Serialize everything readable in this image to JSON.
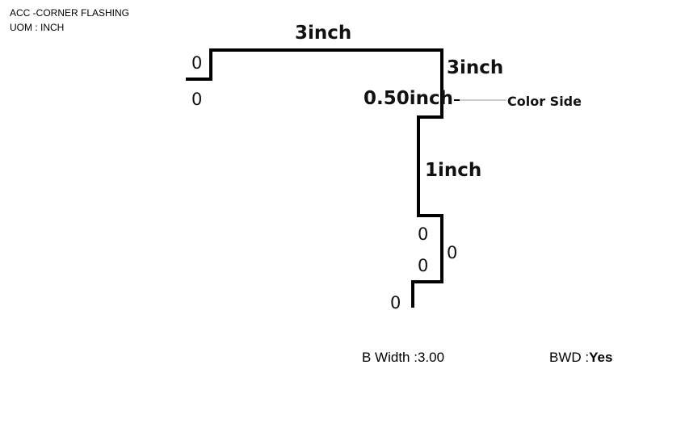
{
  "header": {
    "title": "ACC -CORNER FLASHING",
    "uom": "UOM : INCH"
  },
  "dimensions": {
    "top": "3inch",
    "right_upper": "3inch",
    "hem": "0.50inch",
    "middle": "1inch",
    "left_tab_top": "0",
    "left_tab_bottom": "0",
    "step_a": "0",
    "step_b": "0",
    "step_c": "0",
    "bottom_tab": "0"
  },
  "annotation": {
    "color_side": "Color Side"
  },
  "footer": {
    "b_width_label": "B Width :",
    "b_width_value": "3.00",
    "bwd_label": "BWD :",
    "bwd_value": "Yes"
  },
  "colors": {
    "line": "#000000",
    "pointer": "#bbbbbb"
  }
}
